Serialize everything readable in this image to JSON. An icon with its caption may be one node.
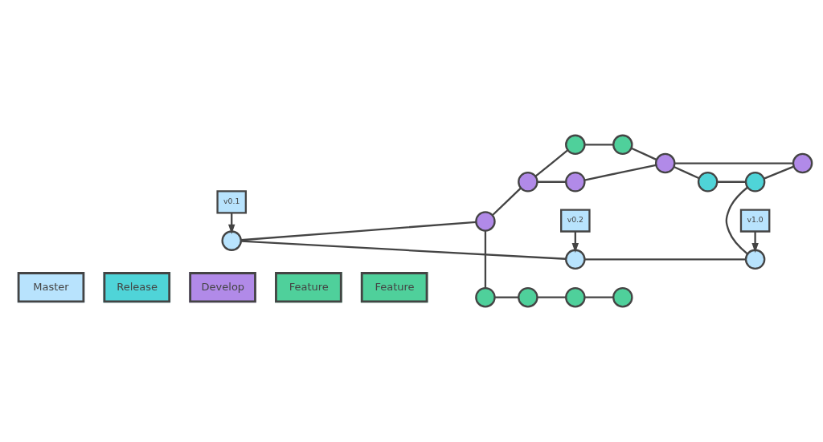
{
  "diagram": {
    "nodes": [
      {
        "text": [
          "v0.1"
        ]
      },
      {
        "text": [
          "v0.2"
        ]
      },
      {
        "text": [
          "v1.0"
        ]
      },
      {
        "text": [],
        "shape": "circle"
      },
      {
        "text": [],
        "shape": "circle"
      },
      {
        "text": [],
        "shape": "circle"
      },
      {
        "text": [],
        "shape": "circle"
      },
      {
        "text": [],
        "shape": "circle"
      },
      {
        "text": [],
        "shape": "circle"
      },
      {
        "text": [],
        "shape": "circle"
      },
      {
        "text": [],
        "shape": "circle"
      },
      {
        "text": [],
        "shape": "circle"
      },
      {
        "text": [],
        "shape": "circle"
      },
      {
        "text": [],
        "shape": "circle"
      },
      {
        "text": [],
        "shape": "circle"
      },
      {
        "text": [],
        "shape": "circle"
      },
      {
        "text": [],
        "shape": "circle"
      },
      {
        "text": [],
        "shape": "circle"
      },
      {
        "text": [],
        "shape": "circle"
      }
    ],
    "edges": [
      {
        "from": 0,
        "to": 3,
        "arrow": "to"
      },
      {
        "from": 1,
        "to": 4,
        "arrow": "to"
      },
      {
        "from": 2,
        "to": 5,
        "arrow": "to"
      },
      {
        "from": 3,
        "to": 4,
        "arrow": "none"
      },
      {
        "from": 4,
        "to": 5,
        "arrow": "none"
      },
      {
        "from": 3,
        "to": 8,
        "arrow": "none"
      },
      {
        "from": 8,
        "to": 9,
        "arrow": "none"
      },
      {
        "from": 9,
        "to": 10,
        "arrow": "none"
      },
      {
        "from": 10,
        "to": 11,
        "arrow": "none"
      },
      {
        "from": 11,
        "to": 12,
        "arrow": "none"
      },
      {
        "from": 9,
        "to": 13,
        "arrow": "none"
      },
      {
        "from": 13,
        "to": 14,
        "arrow": "none"
      },
      {
        "from": 14,
        "to": 11,
        "arrow": "none"
      },
      {
        "from": 8,
        "to": 15,
        "arrow": "none"
      },
      {
        "from": 15,
        "to": 16,
        "arrow": "none"
      },
      {
        "from": 16,
        "to": 17,
        "arrow": "none"
      },
      {
        "from": 17,
        "to": 18,
        "arrow": "none"
      },
      {
        "from": 11,
        "to": 6,
        "arrow": "none"
      },
      {
        "from": 6,
        "to": 7,
        "arrow": "none"
      },
      {
        "from": 7,
        "to": 5,
        "arrow": "none"
      },
      {
        "from": 7,
        "to": 12,
        "arrow": "none"
      }
    ],
    "legend": [
      {
        "text": "Master",
        "color": "#b8e3fd"
      },
      {
        "text": "Release",
        "color": "#4fd4d8"
      },
      {
        "text": "Develop",
        "color": "#b18ae8"
      },
      {
        "text": "Feature",
        "color": "#4fd09b"
      },
      {
        "text": "Feature",
        "color": "#4fd09b"
      }
    ]
  }
}
